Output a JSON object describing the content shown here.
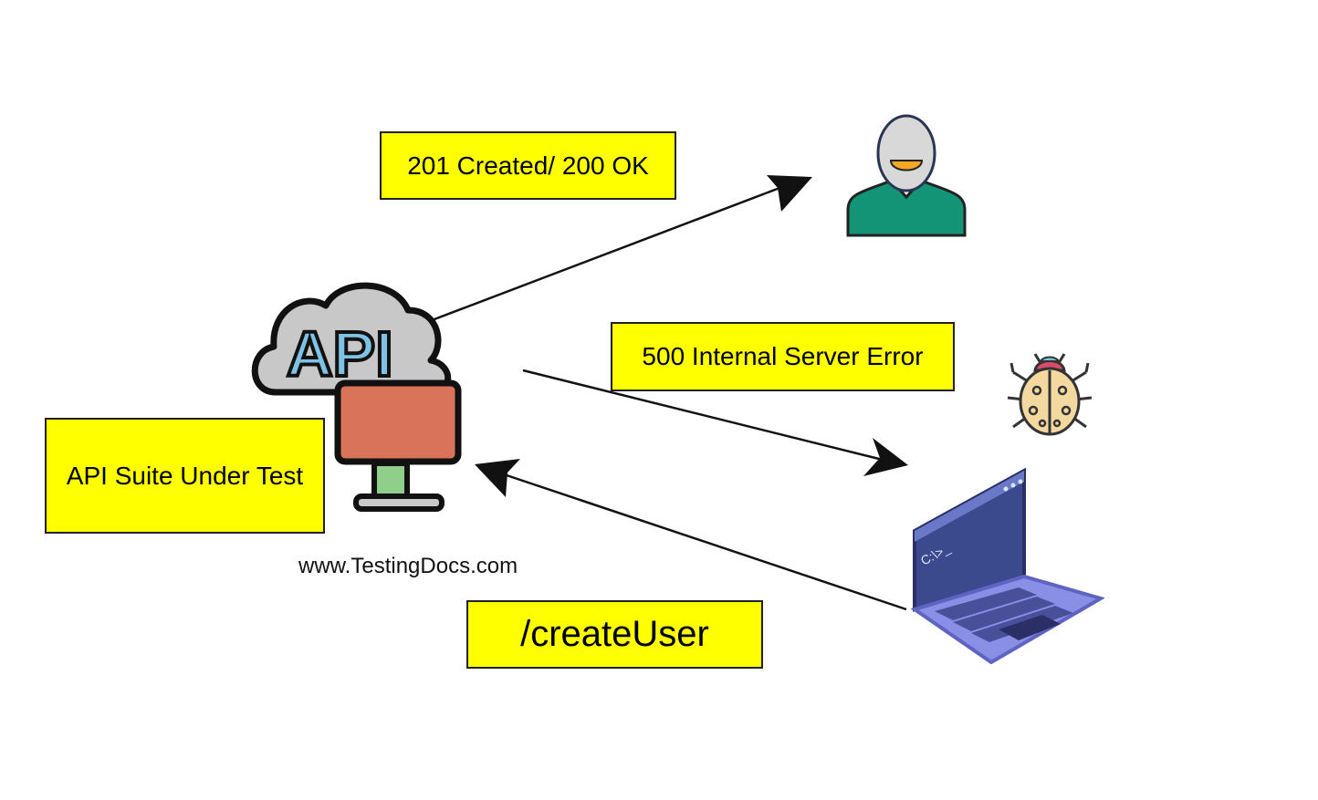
{
  "labels": {
    "success_response": "201 Created/ 200 OK",
    "error_response": "500 Internal Server Error",
    "api_suite": "API Suite Under Test",
    "endpoint": "/createUser",
    "watermark": "www.TestingDocs.com",
    "api_cloud_text": "API",
    "terminal_prompt": "C:\\>_"
  },
  "icons": {
    "api": "api-cloud-monitor-icon",
    "user": "user-icon",
    "bug": "bug-icon",
    "laptop": "laptop-icon"
  },
  "colors": {
    "label_background": "#ffff00",
    "arrow": "#111111",
    "cloud": "#c8c8c8",
    "api_letters": "#7ec3e6",
    "monitor_screen": "#d9745a",
    "monitor_stand": "#8fcf8a",
    "user_body": "#149477",
    "user_mouth": "#f5a623",
    "bug_body": "#f3d8a0",
    "bug_head": "#d94a6b",
    "laptop_screen": "#3b4a8c",
    "laptop_base": "#8a8fe6"
  }
}
